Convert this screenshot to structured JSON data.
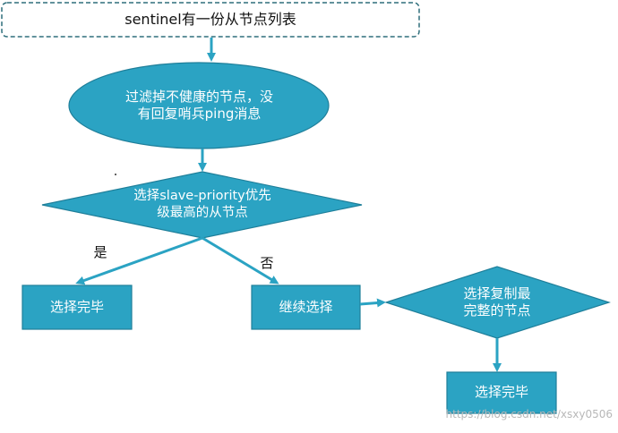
{
  "colors": {
    "fill": "#2ba3c3",
    "stroke": "#1f7f9a",
    "arrow": "#2ba3c3",
    "topbox_border": "#2f6f7c"
  },
  "nodes": {
    "start": "sentinel有一份从节点列表",
    "filter_line1": "过滤掉不健康的节点，没",
    "filter_line2": "有回复哨兵ping消息",
    "priority_line1": "选择slave-priority优先",
    "priority_line2": "级最高的从节点",
    "done_left": "选择完毕",
    "continue": "继续选择",
    "replication_line1": "选择复制最",
    "replication_line2": "完整的节点",
    "done_bottom": "选择完毕"
  },
  "edges": {
    "yes": "是",
    "no": "否"
  },
  "watermark": "https://blog.csdn.net/xsxy0506"
}
